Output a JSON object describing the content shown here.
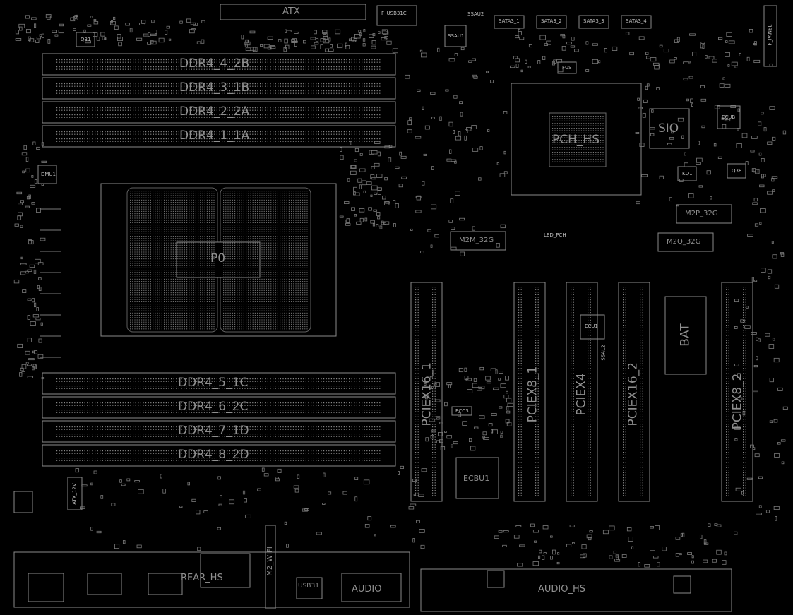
{
  "labels": {
    "atx": "ATX",
    "f_usb31c": "F_USB31C",
    "ddr4_4_2b": "DDR4_4_2B",
    "ddr4_3_1b": "DDR4_3_1B",
    "ddr4_2_2a": "DDR4_2_2A",
    "ddr4_1_1a": "DDR4_1_1A",
    "ddr4_5_1c": "DDR4_5_1C",
    "ddr4_6_2c": "DDR4_6_2C",
    "ddr4_7_1d": "DDR4_7_1D",
    "ddr4_8_2d": "DDR4_8_2D",
    "cpu_socket": "P0",
    "pch": "PCH_HS",
    "sio": "SIO",
    "m2m": "M2M_32G",
    "m2p": "M2P_32G",
    "m2q": "M2Q_32G",
    "pciex16_1": "PCIEX16_1",
    "pciex8_1": "PCIEX8_1",
    "pciex4": "PCIEX4",
    "pciex16_2": "PCIEX16_2",
    "pciex8_2": "PCIEX8_2",
    "bat": "BAT",
    "ecbu1": "ECBU1",
    "ecu1": "ECU1",
    "rear_hs": "REAR_HS",
    "m2_wifi": "M2_WIFI",
    "audio": "AUDIO",
    "audio_hs": "AUDIO_HS",
    "usb31": "USB31",
    "q31": "Q31",
    "q38": "Q38",
    "kq1": "KQ1",
    "f_panel": "F_PANEL",
    "atx_12v": "ATX_12V",
    "ssau1": "SSAU1",
    "ssau2": "SSAU2",
    "ecub": "ECUB",
    "fus": "FUS",
    "led_pch": "LED_PCH",
    "sata3_1": "SATA3_1",
    "sata3_2": "SATA3_2",
    "sata3_3": "SATA3_3",
    "sata3_4": "SATA3_4",
    "dmu1": "DMU1",
    "ecc3": "ECC3",
    "ssal2": "SSAL2"
  }
}
